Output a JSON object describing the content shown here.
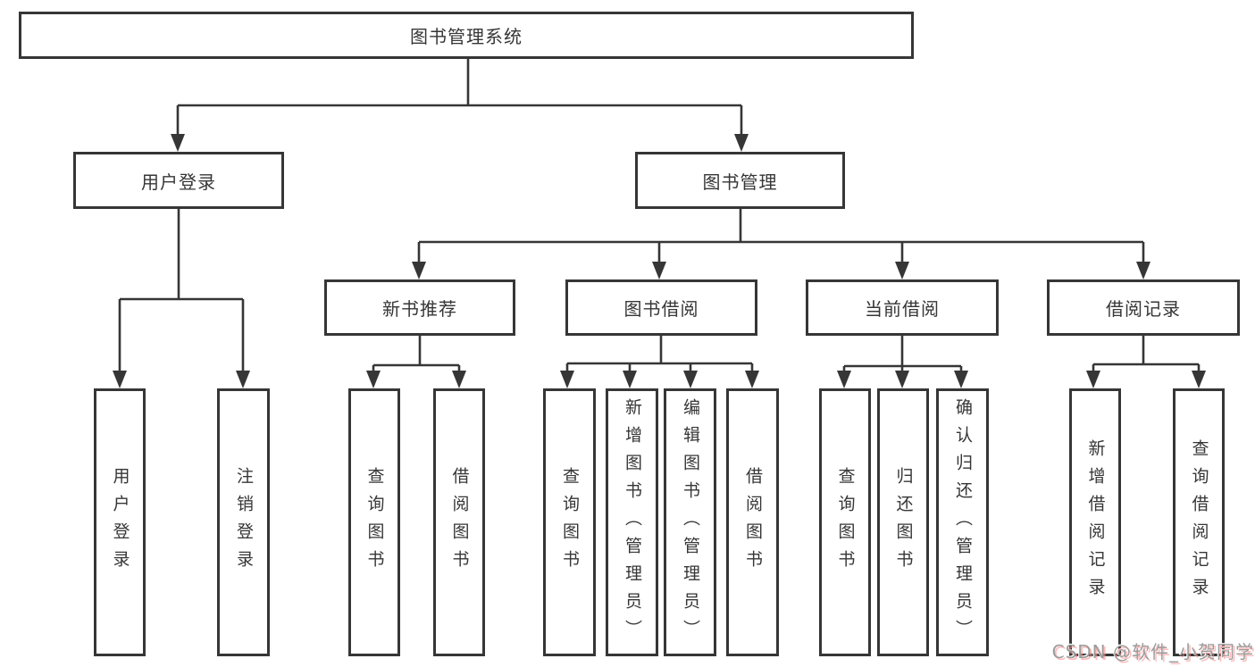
{
  "diagram": {
    "type": "hierarchy-tree",
    "nodes": {
      "root": "图书管理系统",
      "user_login": "用户登录",
      "book_management": "图书管理",
      "new_book_recommend": "新书推荐",
      "book_borrowing": "图书借阅",
      "current_borrowing": "当前借阅",
      "borrowing_records": "借阅记录",
      "login": "用户登录",
      "logout": "注销登录",
      "nb_query_books": "查询图书",
      "nb_borrow_books": "借阅图书",
      "bb_query_books": "查询图书",
      "bb_add_books": "新增图书（管理员）",
      "bb_edit_books": "编辑图书（管理员）",
      "bb_borrow_books": "借阅图书",
      "cb_query_books": "查询图书",
      "cb_return_books": "归还图书",
      "cb_confirm_return": "确认归还（管理员）",
      "br_add_record": "新增借阅记录",
      "br_query_record": "查询借阅记录"
    },
    "edges": [
      [
        "图书管理系统",
        "用户登录"
      ],
      [
        "图书管理系统",
        "图书管理"
      ],
      [
        "用户登录",
        "用户登录"
      ],
      [
        "用户登录",
        "注销登录"
      ],
      [
        "图书管理",
        "新书推荐"
      ],
      [
        "图书管理",
        "图书借阅"
      ],
      [
        "图书管理",
        "当前借阅"
      ],
      [
        "图书管理",
        "借阅记录"
      ],
      [
        "新书推荐",
        "查询图书"
      ],
      [
        "新书推荐",
        "借阅图书"
      ],
      [
        "图书借阅",
        "查询图书"
      ],
      [
        "图书借阅",
        "新增图书（管理员）"
      ],
      [
        "图书借阅",
        "编辑图书（管理员）"
      ],
      [
        "图书借阅",
        "借阅图书"
      ],
      [
        "当前借阅",
        "查询图书"
      ],
      [
        "当前借阅",
        "归还图书"
      ],
      [
        "当前借阅",
        "确认归还（管理员）"
      ],
      [
        "借阅记录",
        "新增借阅记录"
      ],
      [
        "借阅记录",
        "查询借阅记录"
      ]
    ],
    "colors": {
      "line": "#363636",
      "text": "#363636",
      "box_background": "#ffffff",
      "page_background": "#ffffff",
      "watermark_text": "#9c9c9c",
      "watermark_shadow": "#ff9191"
    }
  },
  "watermark": {
    "text": "CSDN @软件_小贺同学"
  }
}
